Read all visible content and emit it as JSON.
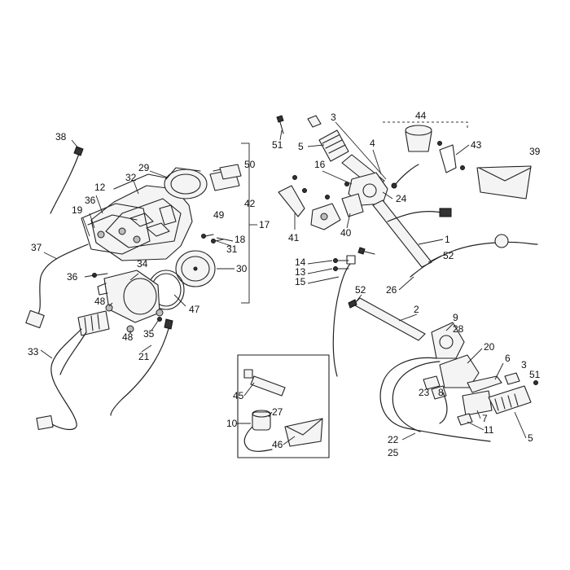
{
  "callouts": {
    "c1": "1",
    "c2": "2",
    "c3a": "3",
    "c3b": "3",
    "c4": "4",
    "c5a": "5",
    "c5b": "5",
    "c6": "6",
    "c7": "7",
    "c8": "8",
    "c9": "9",
    "c10": "10",
    "c11": "11",
    "c12": "12",
    "c13": "13",
    "c14": "14",
    "c15": "15",
    "c16": "16",
    "c17": "17",
    "c18": "18",
    "c19": "19",
    "c20": "20",
    "c21": "21",
    "c22": "22",
    "c23": "23",
    "c24": "24",
    "c25": "25",
    "c26": "26",
    "c27": "27",
    "c28": "28",
    "c29": "29",
    "c30": "30",
    "c31": "31",
    "c32": "32",
    "c33": "33",
    "c34": "34",
    "c35": "35",
    "c36a": "36",
    "c36b": "36",
    "c37": "37",
    "c38": "38",
    "c39": "39",
    "c40": "40",
    "c41": "41",
    "c42": "42",
    "c43": "43",
    "c44": "44",
    "c45": "45",
    "c46": "46",
    "c47": "47",
    "c48a": "48",
    "c48b": "48",
    "c49": "49",
    "c50": "50",
    "c51a": "51",
    "c51b": "51",
    "c52a": "52",
    "c52b": "52"
  }
}
